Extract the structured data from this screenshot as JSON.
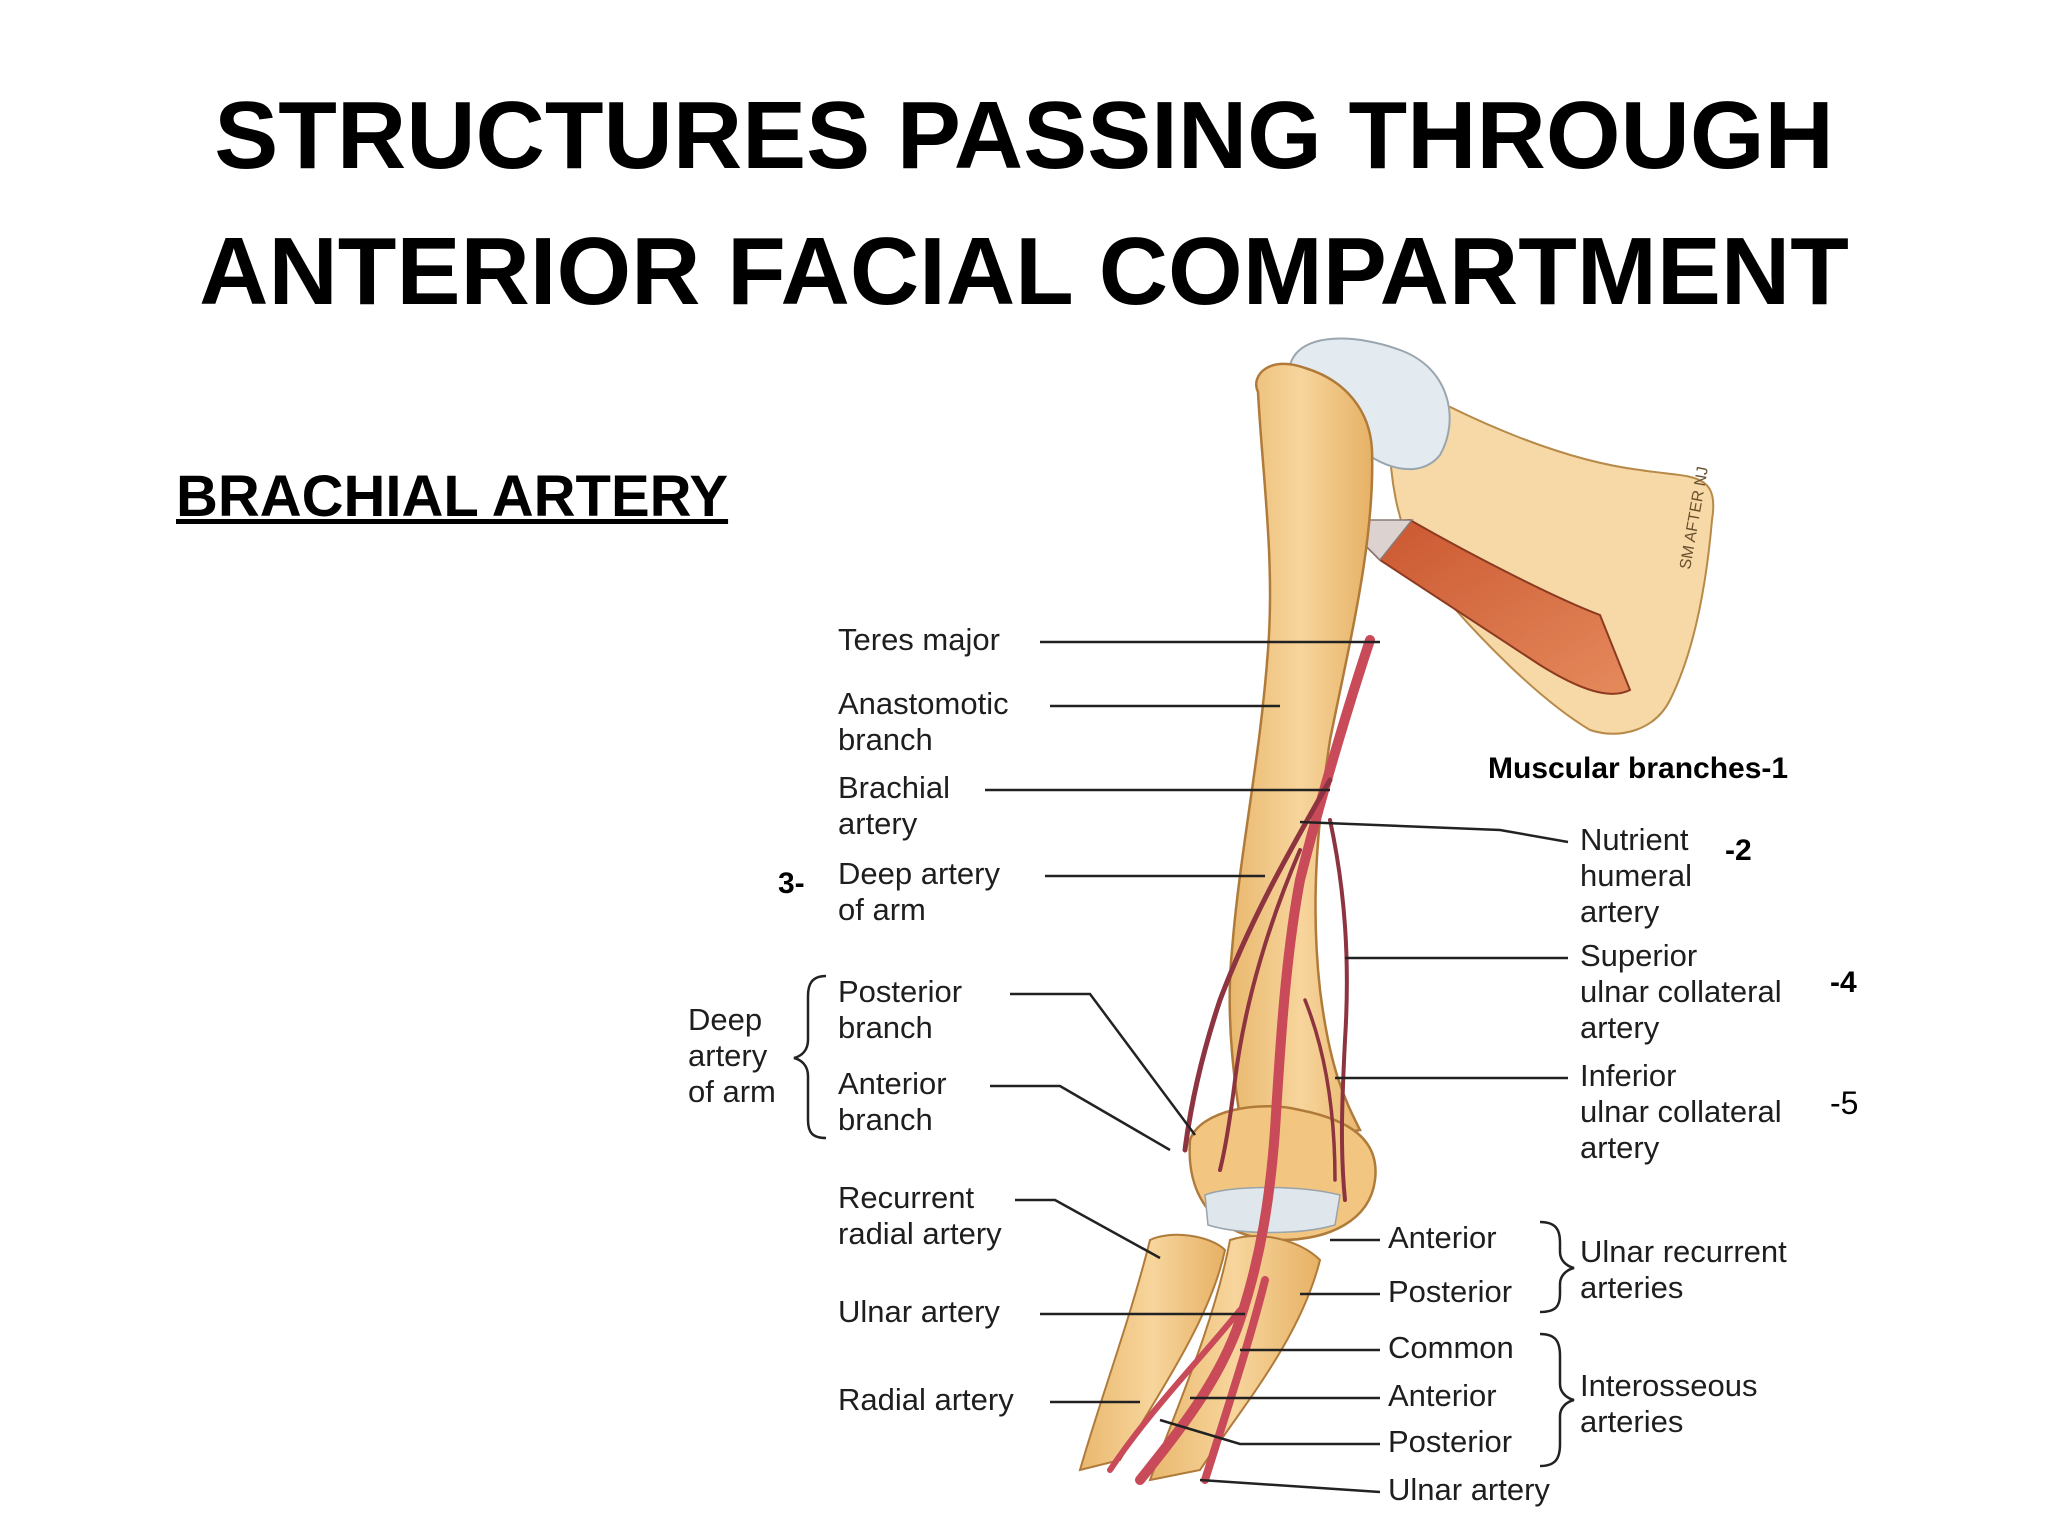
{
  "slide": {
    "title_line1": "STRUCTURES PASSING THROUGH",
    "title_line2": "ANTERIOR FACIAL COMPARTMENT",
    "subtitle": "BRACHIAL ARTERY"
  },
  "labels": {
    "teres_major": "Teres major",
    "anastomotic_1": "Anastomotic",
    "anastomotic_2": "branch",
    "brachial_1": "Brachial",
    "brachial_2": "artery",
    "deep_artery_1": "Deep artery",
    "deep_artery_2": "of arm",
    "deep_group_1": "Deep",
    "deep_group_2": "artery",
    "deep_group_3": "of arm",
    "posterior_branch_1": "Posterior",
    "posterior_branch_2": "branch",
    "anterior_branch_1": "Anterior",
    "anterior_branch_2": "branch",
    "recurrent_radial_1": "Recurrent",
    "recurrent_radial_2": "radial artery",
    "ulnar_artery_left": "Ulnar artery",
    "radial_artery": "Radial artery",
    "nutrient_1": "Nutrient",
    "nutrient_2": "humeral",
    "nutrient_3": "artery",
    "superior_1": "Superior",
    "superior_2": "ulnar collateral",
    "superior_3": "artery",
    "inferior_1": "Inferior",
    "inferior_2": "ulnar collateral",
    "inferior_3": "artery",
    "anterior_recurrent": "Anterior",
    "posterior_recurrent": "Posterior",
    "ulnar_recurrent_1": "Ulnar recurrent",
    "ulnar_recurrent_2": "arteries",
    "common": "Common",
    "anterior_interosseous": "Anterior",
    "posterior_interosseous": "Posterior",
    "interosseous_1": "Interosseous",
    "interosseous_2": "arteries",
    "ulnar_artery_right": "Ulnar artery",
    "signature": "SM AFTER NJ"
  },
  "annotations": {
    "muscular": "Muscular branches-1",
    "n2": "-2",
    "n3": "3-",
    "n4": "-4",
    "n5": "-5"
  },
  "colors": {
    "bone": "#f3c98a",
    "bone_shade": "#e8b56a",
    "cartilage": "#d8e4ec",
    "muscle": "#d9673e",
    "artery": "#c94a58",
    "artery_dark": "#8e3440"
  }
}
